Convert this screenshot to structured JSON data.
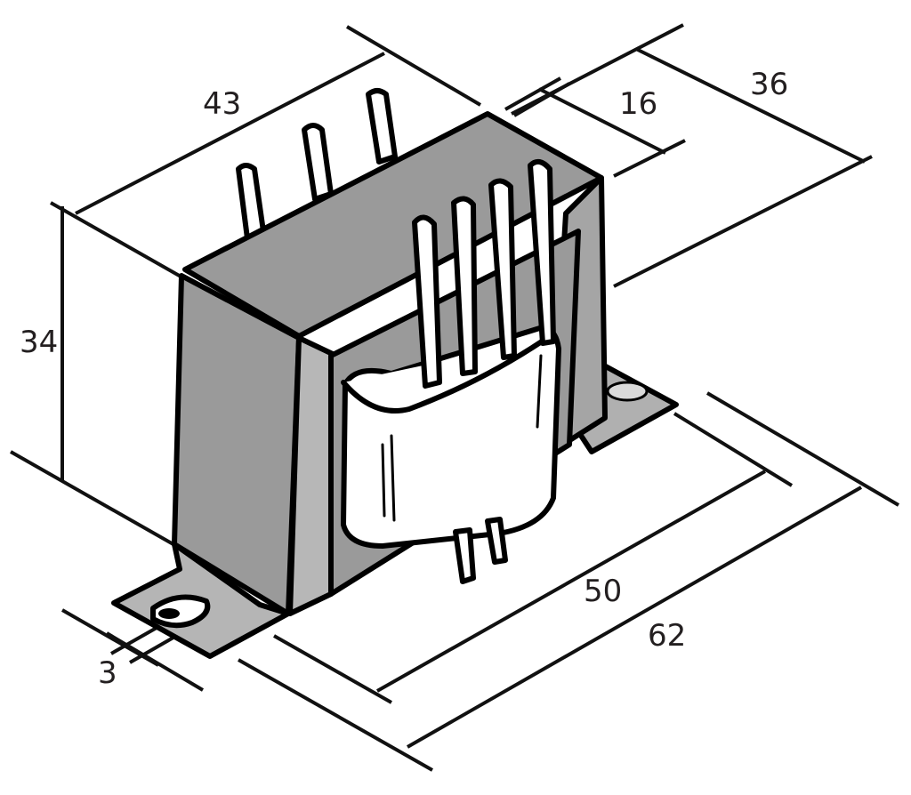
{
  "colors": {
    "line": "#111111",
    "core_fill": "#9a9a9a",
    "core_light": "#c2c2c2",
    "coil_fill": "#ffffff",
    "text": "#231f20"
  },
  "dimensions": {
    "width_top": "43",
    "height": "34",
    "depth": "36",
    "coil_depth": "16",
    "mount_spacing": "50",
    "base_length": "62",
    "hole_diameter": "3"
  }
}
